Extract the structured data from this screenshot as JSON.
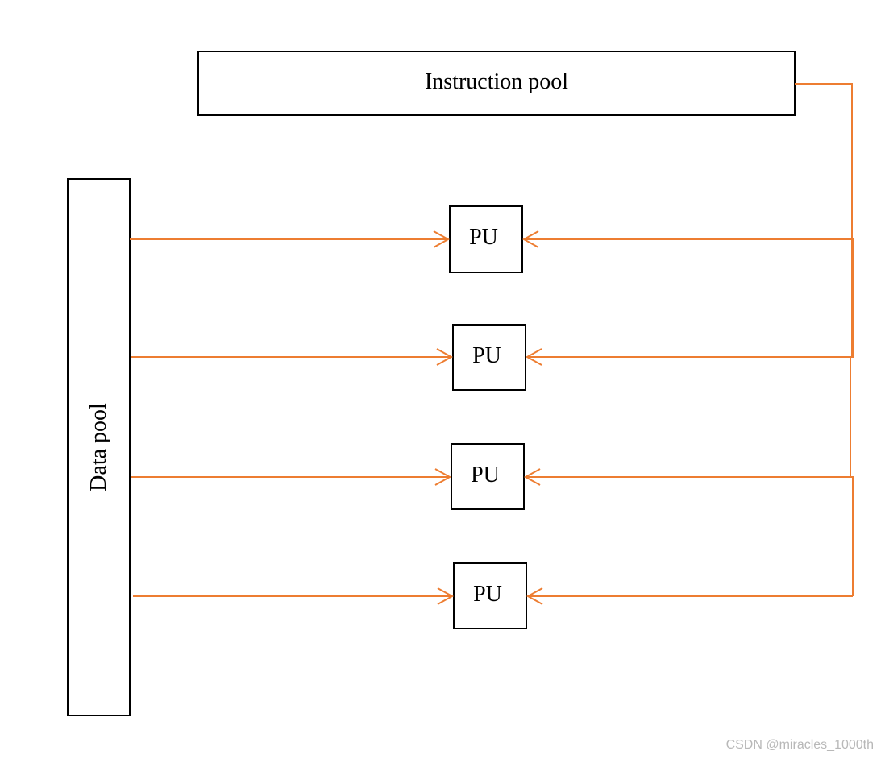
{
  "diagram": {
    "instruction_pool_label": "Instruction pool",
    "data_pool_label": "Data pool",
    "units": [
      {
        "label": "PU"
      },
      {
        "label": "PU"
      },
      {
        "label": "PU"
      },
      {
        "label": "PU"
      }
    ],
    "colors": {
      "connector": "#ED7D31",
      "box_border": "#000000",
      "background": "#FFFFFF"
    }
  },
  "watermark": "CSDN @miracles_1000th"
}
